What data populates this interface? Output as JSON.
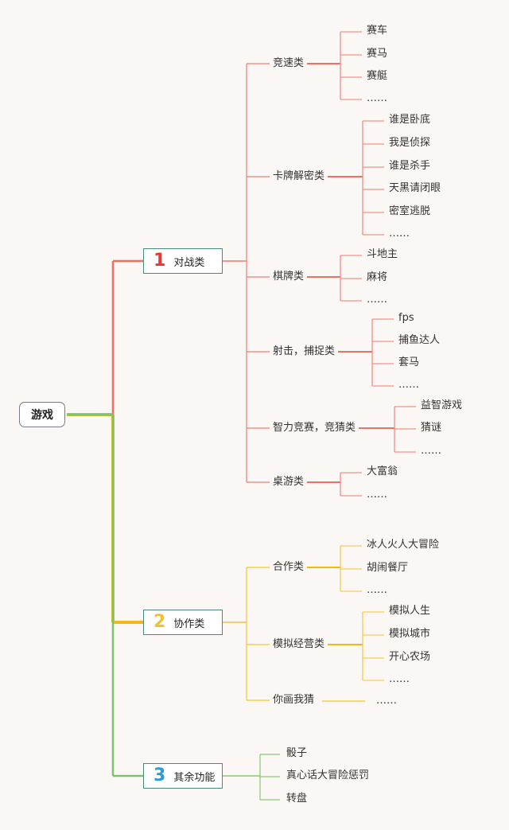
{
  "root": {
    "label": "游戏"
  },
  "categories": [
    {
      "num": "1",
      "label": "对战类",
      "color": "#ef6f63",
      "numColor": "#e53935",
      "lineColor": "#f07b70",
      "subs": [
        {
          "label": "竞速类",
          "leaves": [
            "赛车",
            "赛马",
            "赛艇",
            "……"
          ]
        },
        {
          "label": "卡牌解密类",
          "leaves": [
            "谁是卧底",
            "我是侦探",
            "谁是杀手",
            "天黑请闭眼",
            "密室逃脱",
            "……"
          ]
        },
        {
          "label": "棋牌类",
          "leaves": [
            "斗地主",
            "麻将",
            "……"
          ]
        },
        {
          "label": "射击，捕捉类",
          "leaves": [
            "fps",
            "捕鱼达人",
            "套马",
            "……"
          ]
        },
        {
          "label": "智力竞赛，竞猜类",
          "leaves": [
            "益智游戏",
            "猜谜",
            "……"
          ]
        },
        {
          "label": "桌游类",
          "leaves": [
            "大富翁",
            "……"
          ]
        }
      ]
    },
    {
      "num": "2",
      "label": "协作类",
      "color": "#f2b817",
      "numColor": "#f2c12e",
      "lineColor": "#f4c430",
      "subs": [
        {
          "label": "合作类",
          "leaves": [
            "冰人火人大冒险",
            "胡闹餐厅",
            "……"
          ]
        },
        {
          "label": "模拟经营类",
          "leaves": [
            "模拟人生",
            "模拟城市",
            "开心农场",
            "……"
          ]
        },
        {
          "label": "你画我猜",
          "leaves": [
            "……"
          ]
        }
      ]
    },
    {
      "num": "3",
      "label": "其余功能",
      "color": "#7cc46a",
      "numColor": "#2a9bd8",
      "lineColor": "#86c96f",
      "subs": [],
      "leaves": [
        "骰子",
        "真心话大冒险惩罚",
        "转盘"
      ]
    }
  ]
}
